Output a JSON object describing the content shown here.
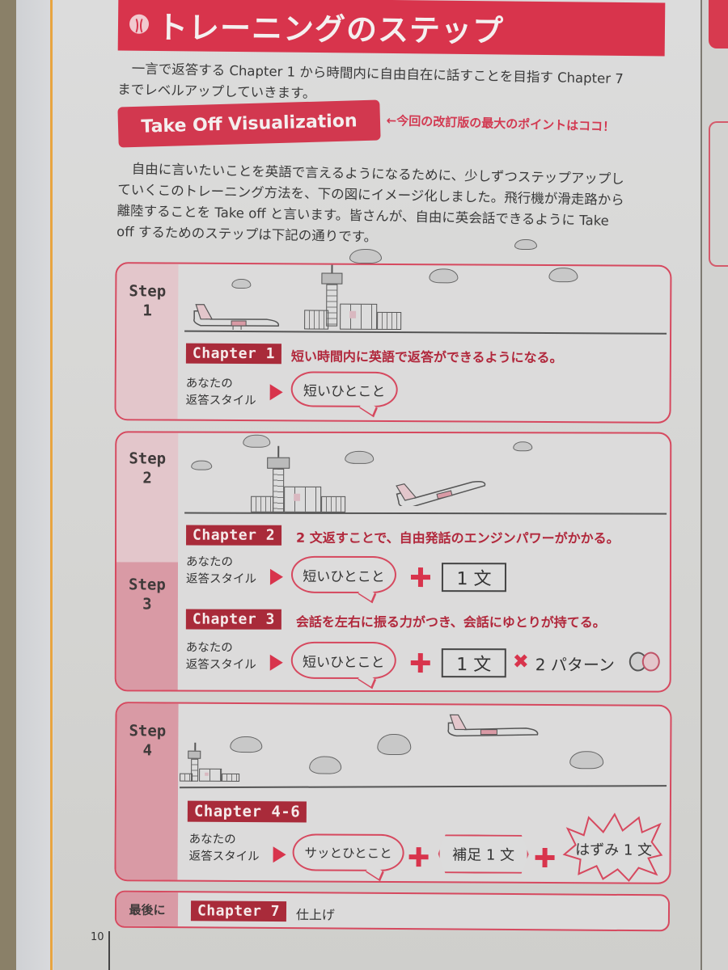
{
  "page": {
    "title": "トレーニングのステップ",
    "intro": [
      "一言で返答する Chapter 1 から時間内に自由自在に話すことを目指す Chapter 7",
      "までレベルアップしていきます。"
    ],
    "section": {
      "heading": "Take Off Visualization",
      "note": "←今回の改訂版の最大のポイントはココ！"
    },
    "body": [
      "自由に言いたいことを英語で言えるようになるために、少しずつステップアップし",
      "ていくこのトレーニング方法を、下の図にイメージ化しました。飛行機が滑走路から",
      "離陸することを Take off と言います。皆さんが、自由に英会話できるように Take",
      "off するためのステップは下記の通りです。"
    ],
    "style_label_line1": "あなたの",
    "style_label_line2": "返答スタイル",
    "steps": [
      {
        "step_label": "Step",
        "step_num": "1",
        "chapter": "Chapter 1",
        "description": "短い時間内に英語で返答ができるようになる。",
        "style": [
          "短いひとこと"
        ]
      },
      {
        "step_label": "Step",
        "step_num": "2",
        "chapter": "Chapter 2",
        "description": "2 文返すことで、自由発話のエンジンパワーがかかる。",
        "style": [
          "短いひとこと",
          "1 文"
        ]
      },
      {
        "step_label": "Step",
        "step_num": "3",
        "chapter": "Chapter 3",
        "description": "会話を左右に振る力がつき、会話にゆとりが持てる。",
        "style": [
          "短いひとこと",
          "1 文",
          "2 パターン"
        ]
      },
      {
        "step_label": "Step",
        "step_num": "4",
        "chapter": "Chapter 4-6",
        "description": "",
        "style": [
          "サッとひとこと",
          "補足 1 文",
          "はずみ 1 文"
        ]
      }
    ],
    "final": {
      "label": "最後に",
      "chapter": "Chapter 7",
      "description": "仕上げ"
    },
    "page_number": "10"
  },
  "colors": {
    "accent_red": "#d8344c",
    "chapter_tag": "#a92b3a",
    "rail_pink": "#e3c6cb",
    "page_edge_orange": "#e8a540"
  }
}
